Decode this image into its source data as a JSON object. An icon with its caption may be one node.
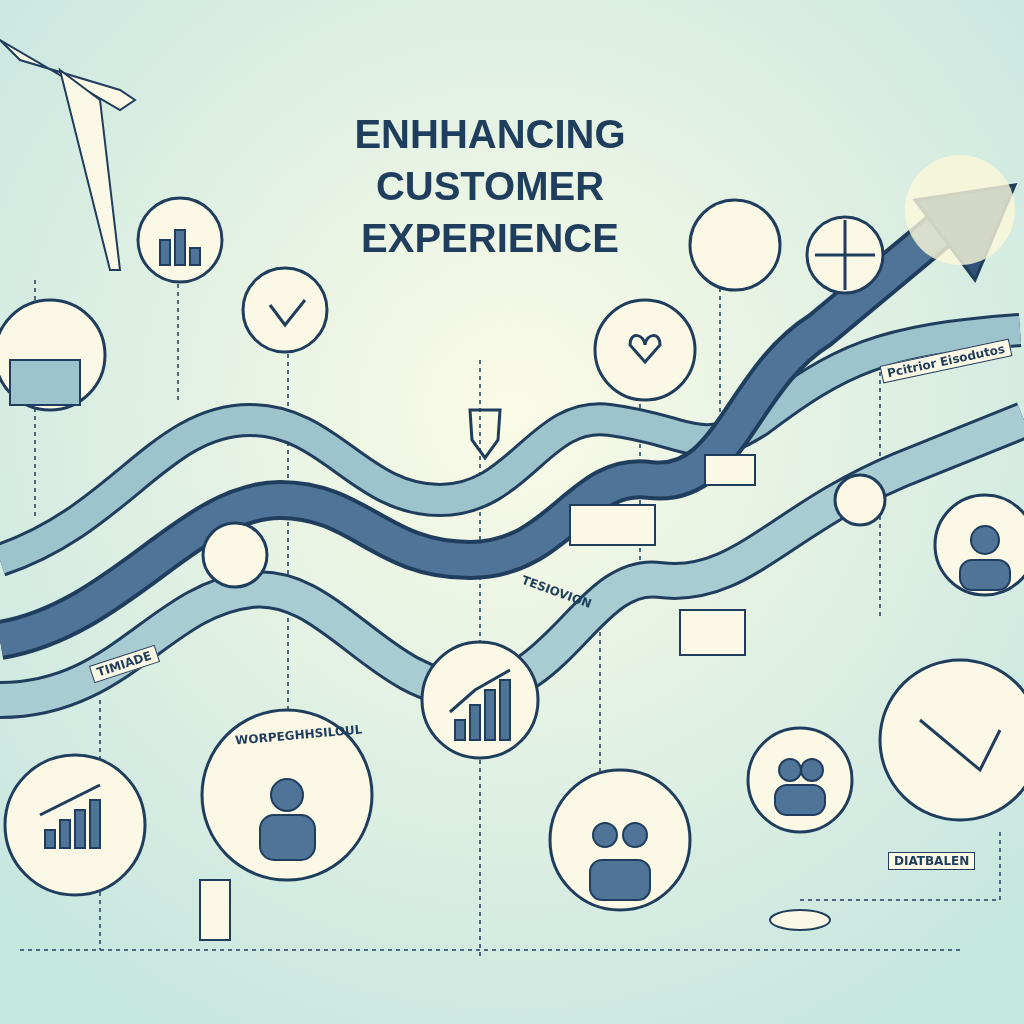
{
  "diagram": {
    "title": "ENHHANCING CUSTOMER EXPERIENCE",
    "labels": [
      "Pcitrior Eisodutos",
      "TIMIADE",
      "TESIOVION",
      "WORPEGHHSILOUL",
      "DIATBALEN"
    ]
  }
}
